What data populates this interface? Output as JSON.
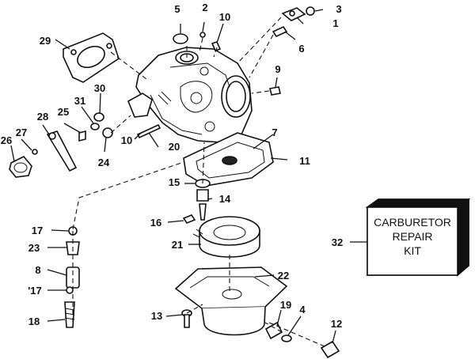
{
  "callouts": [
    "1",
    "2",
    "3",
    "4",
    "5",
    "6",
    "7",
    "8",
    "9",
    "10",
    "10",
    "11",
    "12",
    "13",
    "14",
    "15",
    "16",
    "17",
    "'17",
    "18",
    "19",
    "20",
    "21",
    "22",
    "23",
    "24",
    "25",
    "26",
    "27",
    "28",
    "29",
    "30",
    "31",
    "32"
  ],
  "kit": {
    "line1": "CARBURETOR",
    "line2": "REPAIR",
    "line3": "KIT"
  }
}
